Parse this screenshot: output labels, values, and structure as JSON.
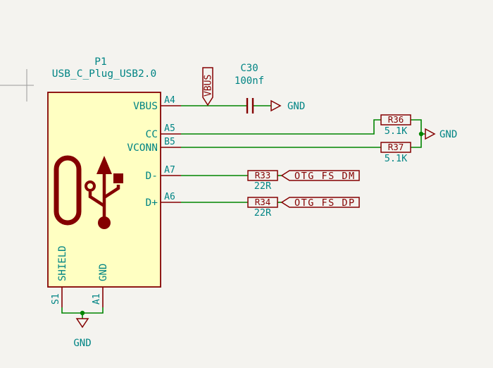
{
  "schematic": {
    "connector": {
      "reference": "P1",
      "value": "USB_C_Plug_USB2.0",
      "pins": {
        "vbus": {
          "name": "VBUS",
          "number": "A4"
        },
        "cc": {
          "name": "CC",
          "number": "A5"
        },
        "vconn": {
          "name": "VCONN",
          "number": "B5"
        },
        "dm": {
          "name": "D-",
          "number": "A7"
        },
        "dp": {
          "name": "D+",
          "number": "A6"
        },
        "shield": {
          "name": "SHIELD",
          "number": "S1"
        },
        "gnd": {
          "name": "GND",
          "number": "A1"
        }
      }
    },
    "capacitor": {
      "reference": "C30",
      "value": "100nf"
    },
    "resistors": {
      "r36": {
        "reference": "R36",
        "value": "5.1K"
      },
      "r37": {
        "reference": "R37",
        "value": "5.1K"
      },
      "r33": {
        "reference": "R33",
        "value": "22R"
      },
      "r34": {
        "reference": "R34",
        "value": "22R"
      }
    },
    "net_labels": {
      "vbus": "VBUS",
      "otg_fs_dm": "OTG FS DM",
      "otg_fs_dp": "OTG FS DP"
    },
    "power": {
      "gnd_top": "GND",
      "gnd_right": "GND",
      "gnd_bottom": "GND"
    },
    "colors": {
      "background": "#F4F3EF",
      "wire_green": "#008400",
      "symbol_outline": "#840000",
      "symbol_body_fill": "#FFFFC2",
      "field_text_teal": "#008484",
      "crosshair_gray": "#9A9A9A"
    }
  }
}
